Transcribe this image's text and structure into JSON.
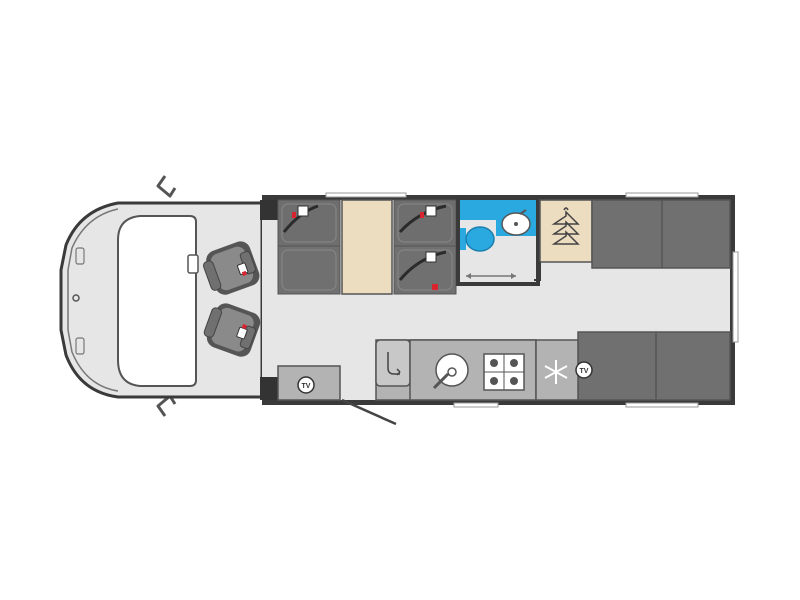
{
  "diagram": {
    "type": "motorhome-floorplan",
    "orientation": "cab-left",
    "colors": {
      "floor": "#e6e6e6",
      "wall": "#3a3a3a",
      "seat": "#707070",
      "seat_light": "#8a8a8a",
      "wood": "#ecdcc0",
      "washroom": "#29a9e0",
      "cab_line": "#555555",
      "seatbelt_red": "#d9232e",
      "window": "#ffffff"
    },
    "zones": [
      {
        "id": "cab",
        "label": "cab-with-two-swivel-seats"
      },
      {
        "id": "front-lounge",
        "label": "face-to-face-seating-with-table"
      },
      {
        "id": "washroom",
        "label": "washroom-with-toilet-and-basin"
      },
      {
        "id": "wardrobe",
        "label": "wardrobe"
      },
      {
        "id": "kitchen",
        "label": "kitchen-with-sink-hob-and-fridge"
      },
      {
        "id": "rear-beds",
        "label": "twin-single-beds"
      }
    ],
    "icons": [
      "swivel-seat-icon",
      "seatbelt-icon",
      "toilet-icon",
      "basin-icon",
      "hanger-icon",
      "sink-icon",
      "hob-icon",
      "snowflake-icon",
      "tv-icon",
      "door-icon",
      "sliding-door-arrow-icon"
    ],
    "tv_label": "TV"
  }
}
